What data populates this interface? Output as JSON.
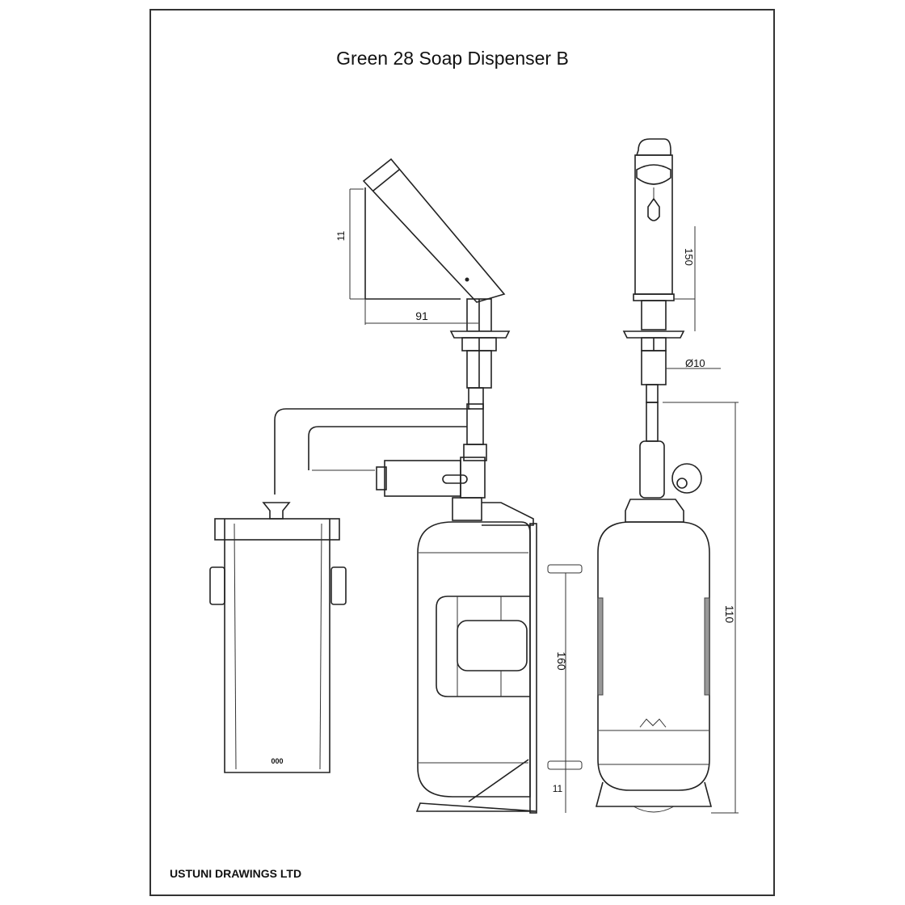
{
  "title": "Green 28 Soap Dispenser B",
  "footer": "USTUNI DRAWINGS LTD",
  "dimensions": {
    "spout_height": "11",
    "spout_reach": "91",
    "front_height": "150",
    "shank_diameter": "Ø10",
    "bottle_height": "160",
    "base_height": "11",
    "overall_height": "110"
  },
  "box_label": "000"
}
